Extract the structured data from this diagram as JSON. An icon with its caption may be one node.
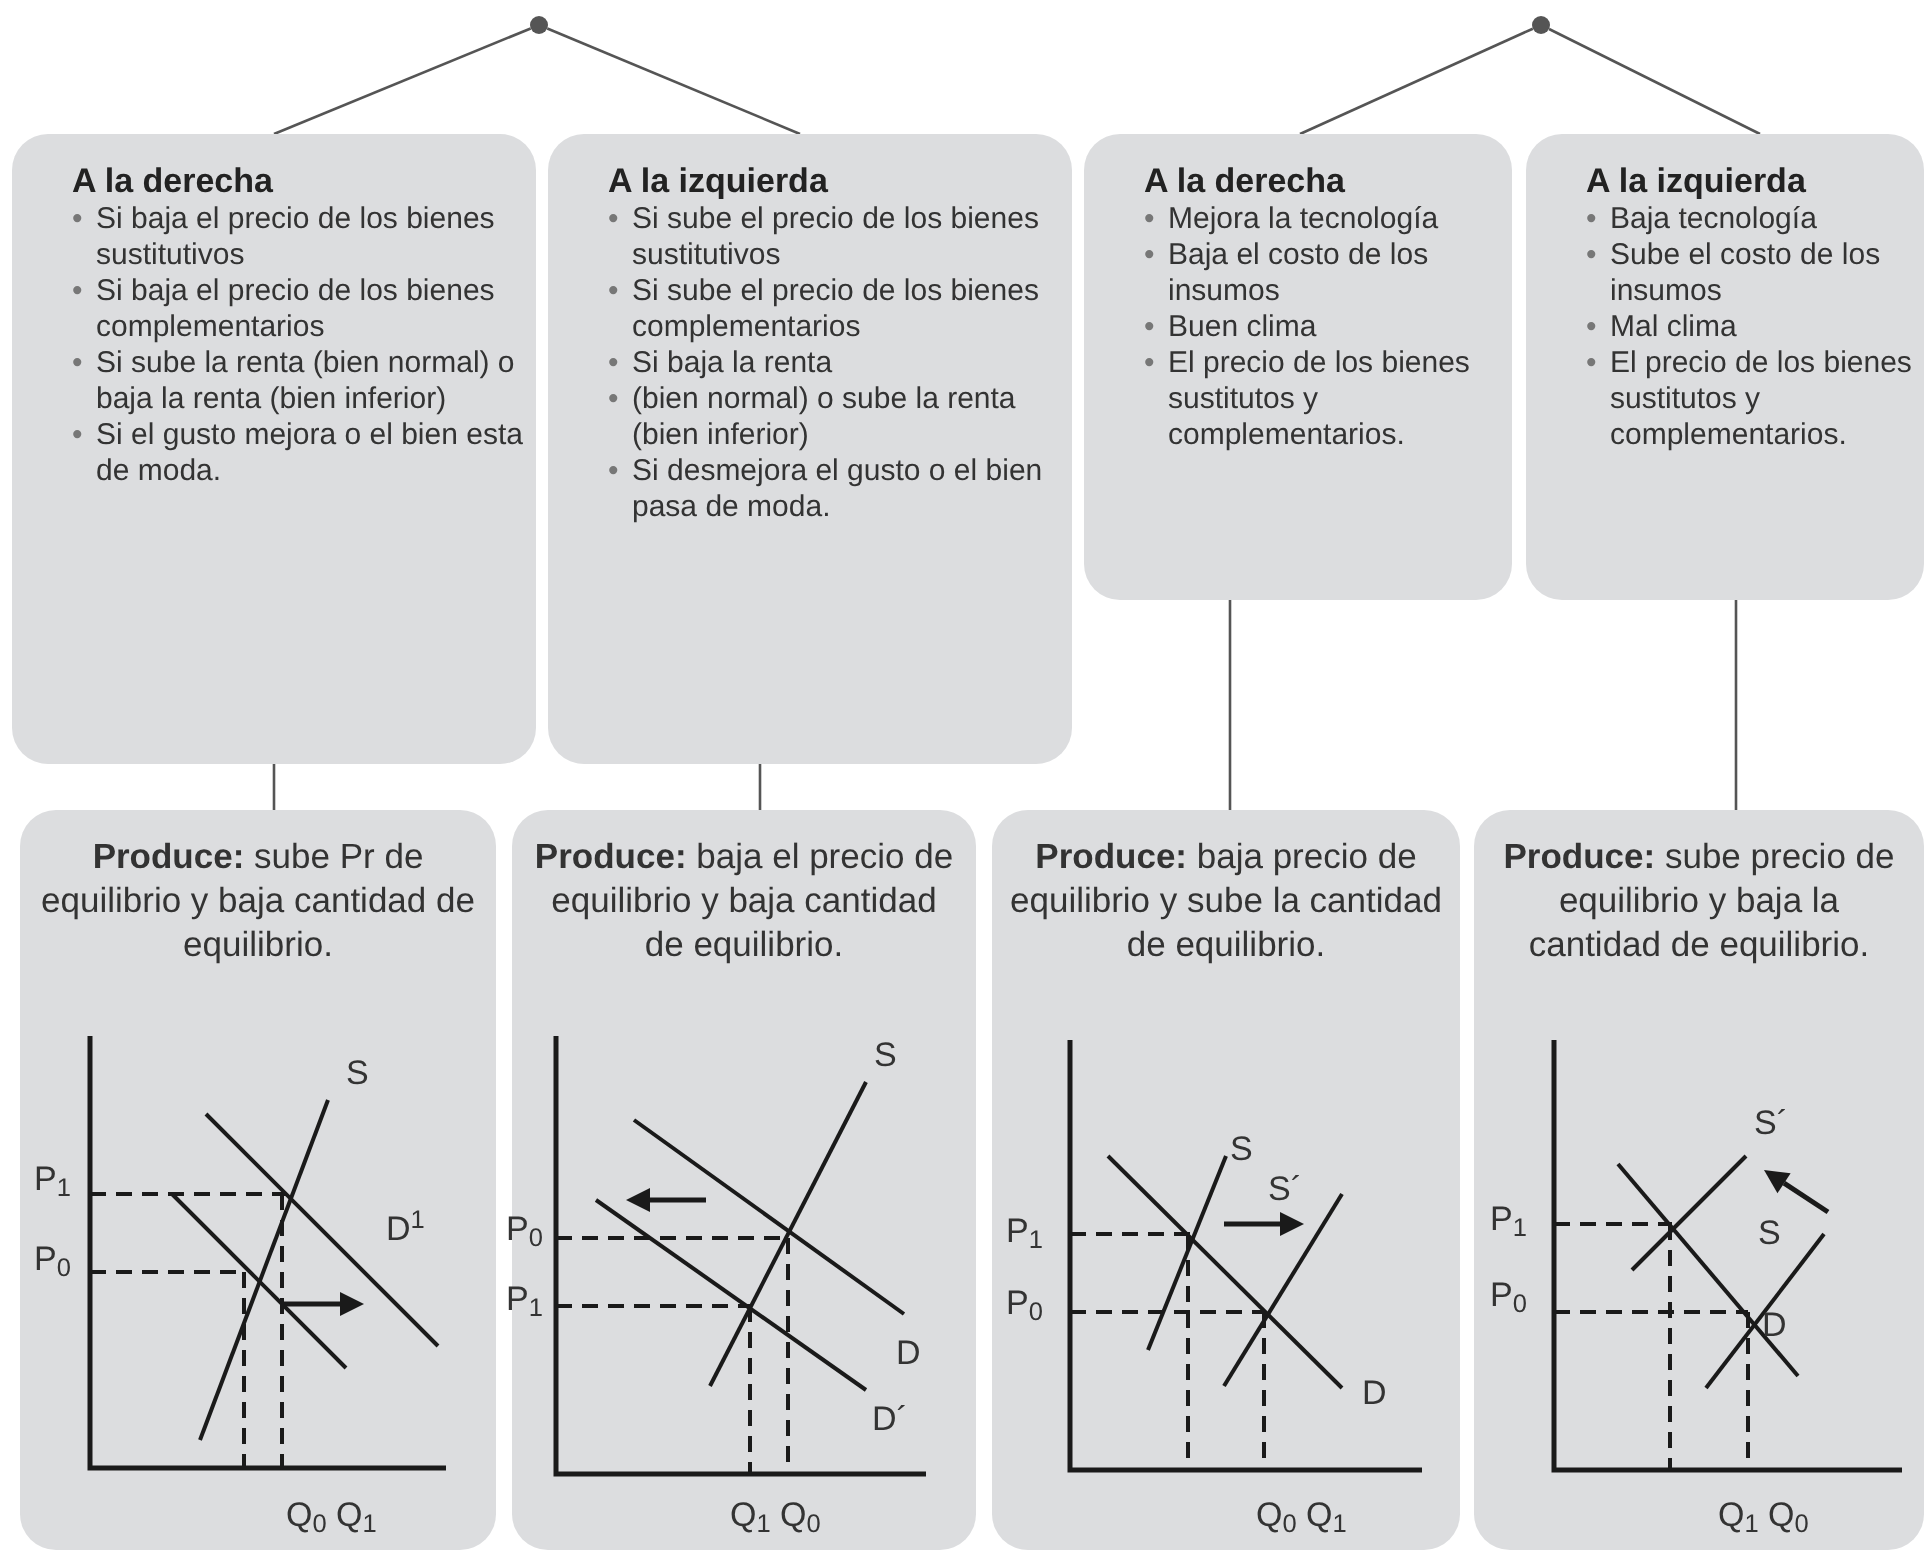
{
  "diagram": {
    "nodes": [
      {
        "text": [],
        "shape": "circle"
      },
      {
        "text": [],
        "shape": "circle"
      },
      {
        "text": [
          "A la derecha",
          "•",
          "Si baja el precio de los bienes sustitutivos",
          "•",
          "Si baja el precio de los bienes complementarios",
          "•",
          "Si sube la renta (bien normal) o baja la renta (bien inferior)",
          "•",
          "Si el gusto mejora o el bien esta de moda."
        ]
      },
      {
        "text": [
          "A la izquierda",
          "•",
          "Si sube el precio de los bienes sustitutivos",
          "•",
          "Si sube el precio de los bienes complementarios",
          "•",
          "Si baja la renta",
          "•",
          "(bien normal) o sube la renta (bien inferior)",
          "•",
          "Si desmejora el gusto o el bien pasa de moda."
        ]
      },
      {
        "text": [
          "A la derecha",
          "•",
          "Mejora la tecnología",
          "•",
          "Baja el costo de los insumos",
          "•",
          "Buen clima",
          "•",
          "El precio de los bienes sustitutos y complementarios."
        ]
      },
      {
        "text": [
          "A la izquierda",
          "•",
          "Baja tecnología",
          "•",
          "Sube el costo de los insumos",
          "•",
          "Mal clima",
          "•",
          "El precio de los bienes sustitutos y complementarios."
        ]
      },
      {
        "text": [
          "**Produce:** sube Pr de equilibrio y baja cantidad de equilibrio.",
          "S",
          "D$^{1}$",
          "P$_{1}$",
          "P$_{0}$",
          "Q$_{0}$ Q$_{1}$"
        ]
      },
      {
        "text": [
          "**Produce:** baja el precio de equilibrio y baja cantidad de equilibrio.",
          "S",
          "D",
          "D´",
          "P$_{0}$",
          "P$_{1}$",
          "Q$_{1}$ Q$_{0}$"
        ]
      },
      {
        "text": [
          "**Produce:** baja precio de equilibrio y sube la cantidad de equilibrio.",
          "S",
          "S´",
          "D",
          "P$_{1}$",
          "P$_{0}$",
          "Q$_{0}$ Q$_{1}$"
        ]
      },
      {
        "text": [
          "**Produce:** sube precio de equilibrio y baja la cantidad de equilibrio.",
          "S´",
          "S",
          "D",
          "P$_{1}$",
          "P$_{0}$",
          "Q$_{1}$ Q$_{0}$"
        ]
      }
    ],
    "edges": [
      {
        "from": 0,
        "to": 2,
        "arrow": "none"
      },
      {
        "from": 0,
        "to": 3,
        "arrow": "none"
      },
      {
        "from": 1,
        "to": 4,
        "arrow": "none"
      },
      {
        "from": 1,
        "to": 5,
        "arrow": "none"
      },
      {
        "from": 2,
        "to": 6,
        "arrow": "none"
      },
      {
        "from": 3,
        "to": 7,
        "arrow": "none"
      },
      {
        "from": 4,
        "to": 8,
        "arrow": "none"
      },
      {
        "from": 5,
        "to": 9,
        "arrow": "none"
      }
    ]
  }
}
